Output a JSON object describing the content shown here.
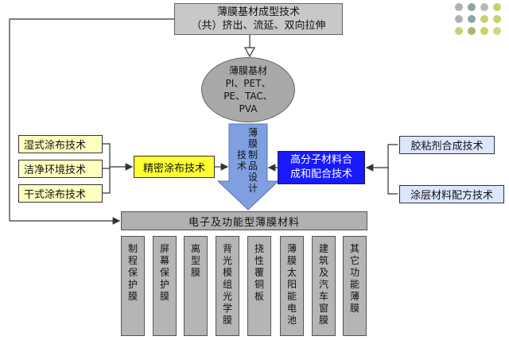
{
  "top_box": {
    "line1": "薄膜基材成型技术",
    "line2": "（共）挤出、流延、双向拉伸"
  },
  "ellipse": {
    "line1": "薄膜基材",
    "line2": "PI、PET、",
    "line3": "PE、TAC、",
    "line4": "PVA"
  },
  "arrow_label": {
    "col1": [
      "薄",
      "膜",
      "制",
      "品",
      "设",
      "计"
    ],
    "col2": [
      "技",
      "术"
    ]
  },
  "left_inputs": [
    "湿式涂布技术",
    "洁净环境技术",
    "干式涂布技术"
  ],
  "center_left": "精密涂布技术",
  "center_right": {
    "line1": "高分子材料合",
    "line2": "成和配合技术"
  },
  "right_inputs": [
    "胶粘剂合成技术",
    "涂层材料配方技术"
  ],
  "product_bar": "电子及功能型薄膜材料",
  "products": [
    [
      "制",
      "程",
      "保",
      "护",
      "膜"
    ],
    [
      "屏",
      "幕",
      "保",
      "护",
      "膜"
    ],
    [
      "离",
      "型",
      "膜"
    ],
    [
      "背",
      "光",
      "模",
      "组",
      "光",
      "学",
      "膜"
    ],
    [
      "挠",
      "性",
      "覆",
      "铜",
      "板"
    ],
    [
      "薄",
      "膜",
      "太",
      "阳",
      "能",
      "电",
      "池"
    ],
    [
      "建",
      "筑",
      "及",
      "汽",
      "车",
      "窗",
      "膜"
    ],
    [
      "其",
      "它",
      "功",
      "能",
      "薄",
      "膜"
    ]
  ],
  "colors": {
    "gray_box": "#c8c8c8",
    "yellow_main": "#ffff33",
    "yellow_light": "#ffffc0",
    "blue_main": "#1a1aff",
    "blue_light": "#dde6ff",
    "arrow_blue": "#7f9fe0",
    "decor_dots": [
      "#b0b0b0",
      "#8aa6a6",
      "#b8b8b8",
      "#c8d26a",
      "#b0b0b0",
      "#8aa6a6",
      "#c8d26a",
      "#c8d26a",
      "#c8d26a",
      "#a8b870",
      "#c8d26a",
      "#d0d880"
    ]
  }
}
